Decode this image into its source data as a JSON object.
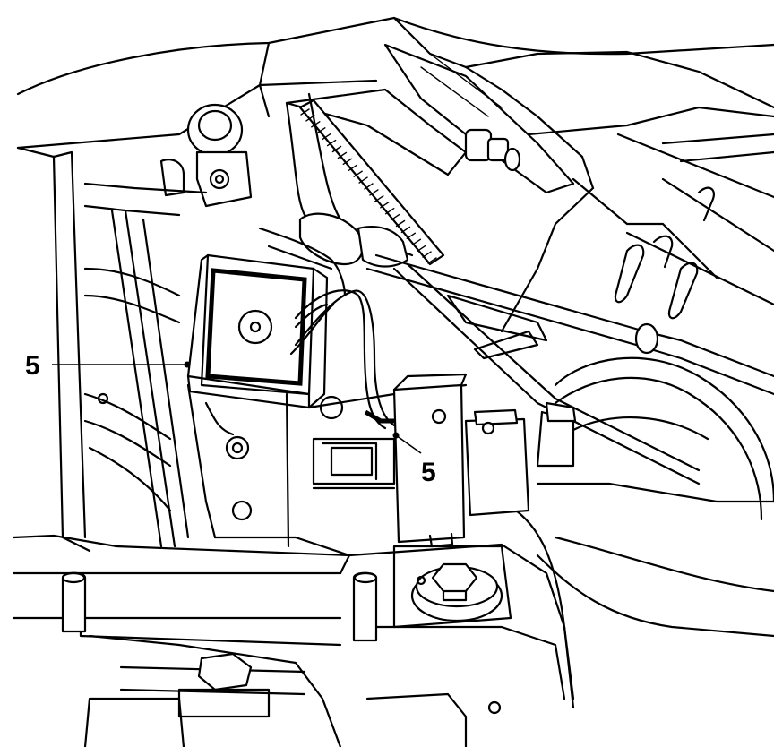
{
  "callouts": [
    {
      "id": "callout-left",
      "label": "5"
    },
    {
      "id": "callout-right",
      "label": "5"
    }
  ],
  "colors": {
    "line": "#000000",
    "background": "#ffffff"
  }
}
